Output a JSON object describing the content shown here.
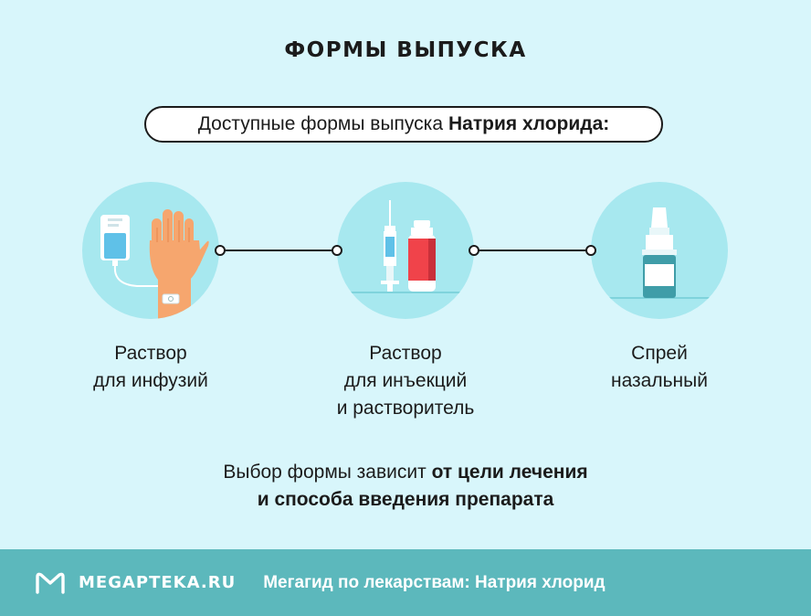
{
  "title": "ФОРМЫ ВЫПУСКА",
  "intro": {
    "text": "Доступные формы выпуска",
    "bold": "Натрия хлорида:"
  },
  "forms": [
    {
      "line1": "Раствор",
      "line2": "для инфузий",
      "line3": ""
    },
    {
      "line1": "Раствор",
      "line2": "для инъекций",
      "line3": "и растворитель"
    },
    {
      "line1": "Спрей",
      "line2": "назальный",
      "line3": ""
    }
  ],
  "note": {
    "text": "Выбор формы зависит",
    "bold1": "от цели лечения",
    "bold2": "и способа введения препарата"
  },
  "footer": {
    "brand": "MEGAPTEKA.RU",
    "tagline": "Мегагид по лекарствам: Натрия хлорид"
  },
  "colors": {
    "background": "#d8f6fb",
    "circle": "#a7e8ef",
    "footer": "#5cb8bc",
    "accent_red": "#f0434a",
    "accent_blue": "#5fc1e8"
  },
  "icons": [
    "iv-drip-hand-icon",
    "syringe-vial-icon",
    "nasal-spray-icon",
    "megapteka-logo-icon"
  ]
}
